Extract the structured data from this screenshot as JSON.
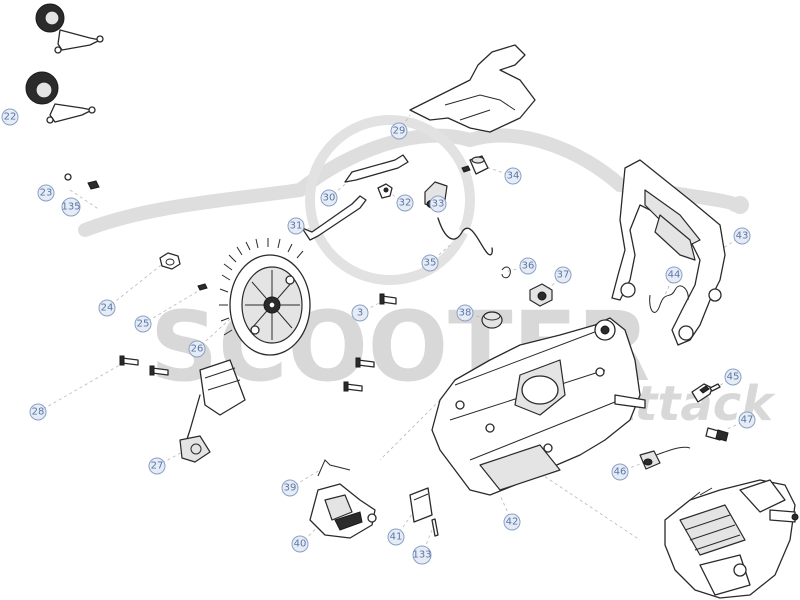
{
  "watermark": {
    "brand": "SCOOTER",
    "script": "Attack"
  },
  "colors": {
    "callout_fill": "#e6ecf5",
    "callout_stroke": "#8aa0c4",
    "callout_text": "#5b76a8",
    "line": "#2a2a2a",
    "watermark": "#dedede"
  },
  "callouts": {
    "c22": "22",
    "c23": "23",
    "c135": "135",
    "c24": "24",
    "c25": "25",
    "c26": "26",
    "c27": "27",
    "c28": "28",
    "c29": "29",
    "c30": "30",
    "c31": "31",
    "c32": "32",
    "c33": "33",
    "c34": "34",
    "c35": "35",
    "c36": "36",
    "c37": "37",
    "c38": "38",
    "c3": "3",
    "c39": "39",
    "c40": "40",
    "c41": "41",
    "c133": "133",
    "c42": "42",
    "c43": "43",
    "c44": "44",
    "c45": "45",
    "c46": "46",
    "c47": "47"
  }
}
